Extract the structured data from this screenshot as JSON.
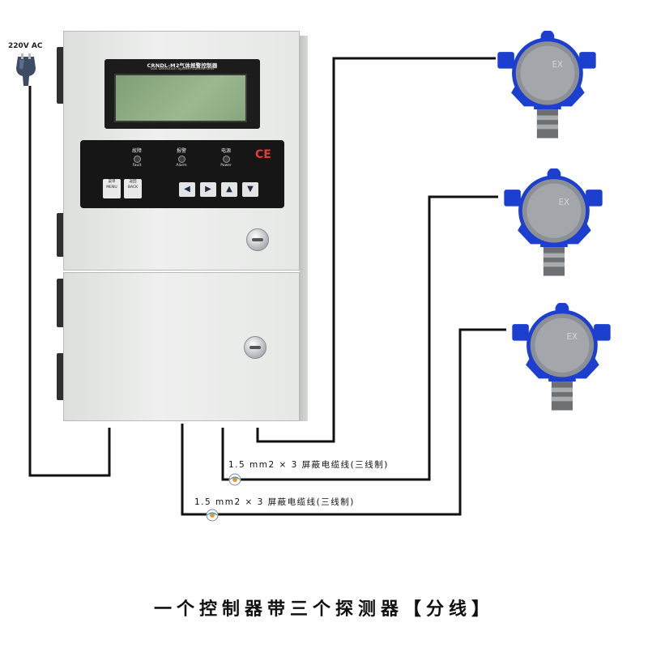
{
  "power": {
    "label": "220V AC"
  },
  "controller": {
    "title": "CRNDL-M2气体报警控制器",
    "subtitle": "Gas  Detection  System  Control  Unit",
    "indicators": [
      {
        "cn": "故障",
        "en": "Fault"
      },
      {
        "cn": "报警",
        "en": "Alarm"
      },
      {
        "cn": "电源",
        "en": "Power"
      }
    ],
    "ce_mark": "CE",
    "menu_button": {
      "cn": "菜单",
      "en": "MENU"
    },
    "back_button": {
      "cn": "返回",
      "en": "BACK"
    },
    "nav_buttons": [
      "◀",
      "▶",
      "▲",
      "▼"
    ]
  },
  "detector_badge": "EX",
  "cables": [
    {
      "label": "1.5 mm2 × 3 屏蔽电缆线(三线制)"
    },
    {
      "label": "1.5 mm2 × 3 屏蔽电缆线(三线制)"
    }
  ],
  "caption": "一个控制器带三个探测器【分线】",
  "colors": {
    "detector_blue": "#1c3fd0",
    "housing_gray": "#8c9094",
    "wire": "#111111",
    "ce_red": "#e33b3b"
  }
}
